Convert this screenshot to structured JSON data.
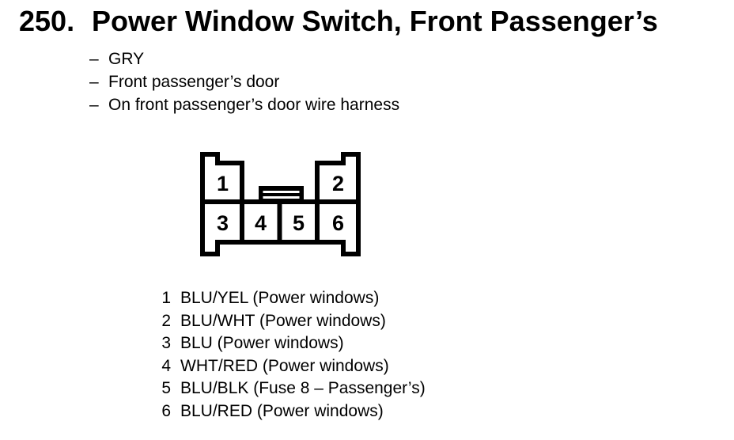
{
  "header": {
    "number": "250.",
    "title": "Power Window Switch, Front Passenger’s"
  },
  "details": [
    {
      "dash": "–",
      "text": "GRY"
    },
    {
      "dash": "–",
      "text": "Front passenger’s door"
    },
    {
      "dash": "–",
      "text": "On front passenger’s door wire harness"
    }
  ],
  "connector": {
    "description": "6-cavity connector face view",
    "lock_tab_icon": "connector-lock-tab",
    "pins_top_row": [
      "1",
      "2"
    ],
    "pins_bottom_row": [
      "3",
      "4",
      "5",
      "6"
    ]
  },
  "pin_list": [
    {
      "number": "1",
      "description": "BLU/YEL (Power windows)"
    },
    {
      "number": "2",
      "description": "BLU/WHT (Power windows)"
    },
    {
      "number": "3",
      "description": "BLU (Power windows)"
    },
    {
      "number": "4",
      "description": "WHT/RED (Power windows)"
    },
    {
      "number": "5",
      "description": "BLU/BLK (Fuse 8 – Passenger’s)"
    },
    {
      "number": "6",
      "description": "BLU/RED (Power windows)"
    }
  ],
  "colors": {
    "ink": "#000000",
    "background": "#ffffff"
  }
}
